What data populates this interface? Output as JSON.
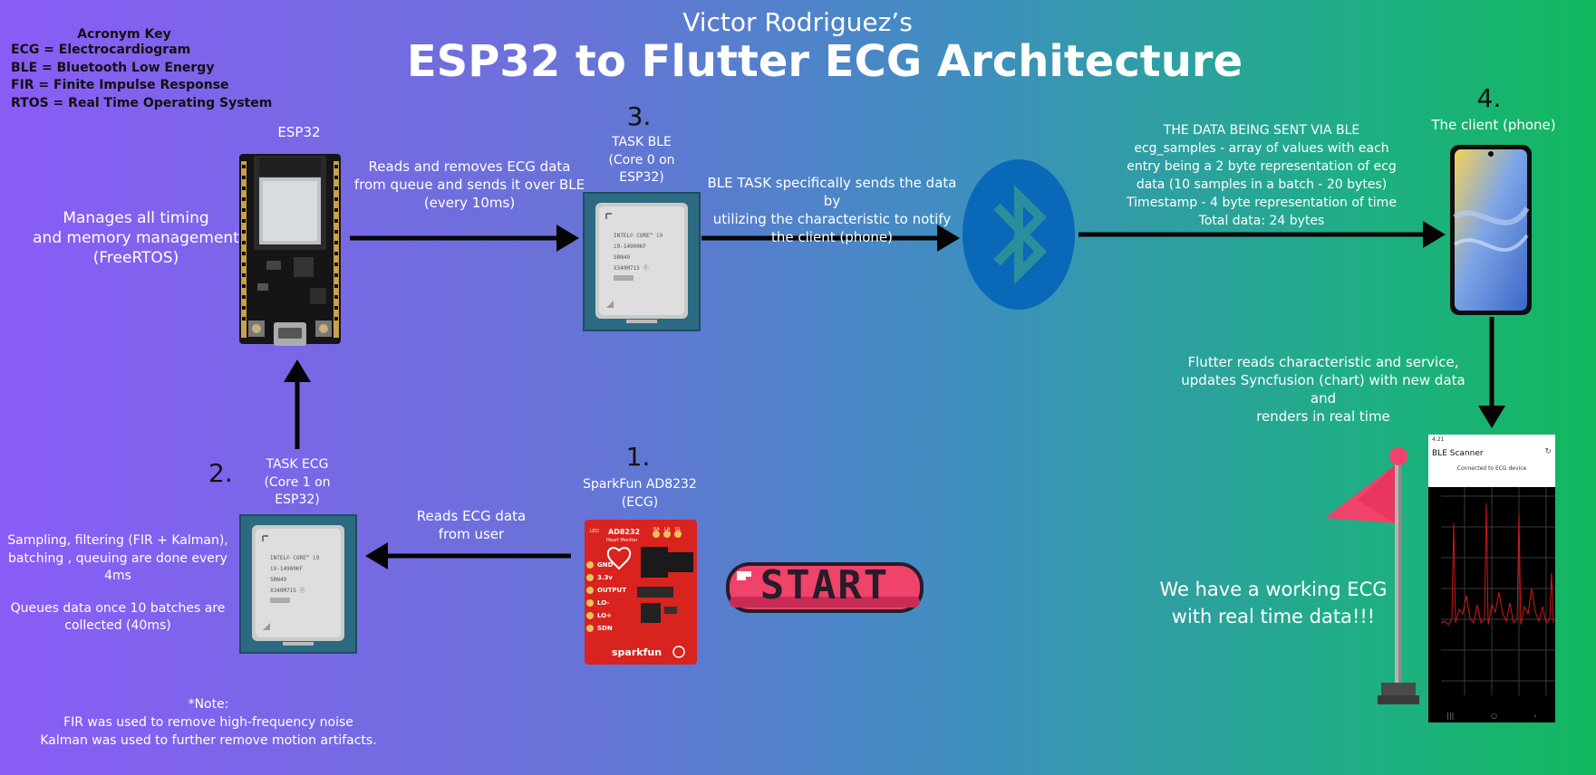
{
  "header": {
    "subtitle": "Victor Rodriguez’s",
    "title": "ESP32 to Flutter ECG Architecture"
  },
  "acronym_key": {
    "title": "Acronym Key",
    "lines": [
      "ECG = Electrocardiogram",
      "BLE = Bluetooth Low Energy",
      "FIR = Finite Impulse Response",
      "RTOS = Real Time Operating System"
    ]
  },
  "esp32": {
    "label": "ESP32",
    "desc_lines": [
      "Manages all timing",
      "and memory management",
      "(FreeRTOS)"
    ]
  },
  "task_ble": {
    "number": "3.",
    "label_lines": [
      "TASK BLE",
      "(Core 0 on",
      "ESP32)"
    ]
  },
  "arrow_esp_to_ble": {
    "lines": [
      "Reads and removes ECG data",
      "from queue and sends it over BLE",
      "(every 10ms)"
    ]
  },
  "arrow_ble_to_bt": {
    "lines": [
      "BLE TASK  specifically sends the data by",
      "utilizing the characteristic to notify",
      "the client (phone)"
    ]
  },
  "data_sent": {
    "lines": [
      "THE DATA BEING SENT VIA BLE",
      "ecg_samples - array of values  with each",
      "entry being a 2 byte representation of ecg",
      "data (10 samples in a batch - 20 bytes)",
      "Timestamp - 4 byte representation of time",
      "Total data: 24 bytes"
    ]
  },
  "client": {
    "number": "4.",
    "label": "The client (phone)"
  },
  "flutter": {
    "lines": [
      "Flutter reads characteristic and service,",
      "updates Syncfusion (chart) with new data and",
      "renders in real time"
    ]
  },
  "task_ecg": {
    "number": "2.",
    "label_lines": [
      "TASK ECG",
      "(Core 1 on",
      "ESP32)"
    ],
    "desc_lines": [
      "Sampling, filtering (FIR + Kalman),",
      "batching , queuing are done every 4ms",
      "",
      "Queues data once 10 batches are",
      "collected (40ms)"
    ]
  },
  "sensor": {
    "number": "1.",
    "label_lines": [
      "SparkFun AD8232",
      "(ECG)"
    ],
    "board_texts": [
      "AD8232",
      "Heart Monitor",
      "GND",
      "3.3v",
      "OUTPUT",
      "LO-",
      "LO+",
      "SDN",
      "sparkfun",
      "LED",
      "RA",
      "LA",
      "RL"
    ]
  },
  "arrow_sensor_to_ecg": {
    "lines": [
      "Reads ECG data",
      "from user"
    ]
  },
  "start_button": {
    "label": "START"
  },
  "working": {
    "lines": [
      "We have a working ECG",
      "with real time data!!!"
    ]
  },
  "app_screen": {
    "status_time": "4:21",
    "title": "BLE Scanner",
    "connection": "Connected to ECG device"
  },
  "chip": {
    "brand": "intel",
    "lines": [
      "INTEL© CORE™ i9",
      "i9-14900KF",
      "SRN49",
      "X340M715 ⓔ"
    ]
  },
  "note": {
    "lines": [
      "*Note:",
      "FIR was  used to remove high-frequency noise",
      "Kalman was used to further remove motion artifacts."
    ]
  },
  "colors": {
    "bt_blue": "#0a68b8",
    "flag_red": "#f0436a",
    "board_red": "#d8231f",
    "arrow": "#050505"
  }
}
